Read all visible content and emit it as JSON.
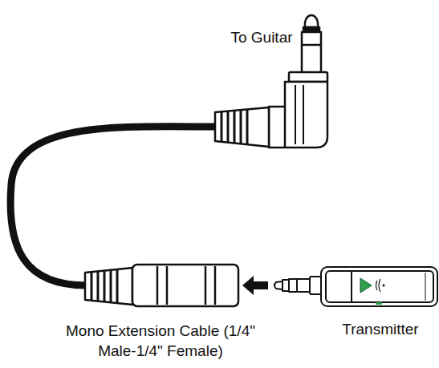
{
  "diagram": {
    "labels": [
      "To Guitar",
      "Mono Extension Cable (1/4\" Male-1/4\" Female)",
      "Transmitter"
    ]
  }
}
